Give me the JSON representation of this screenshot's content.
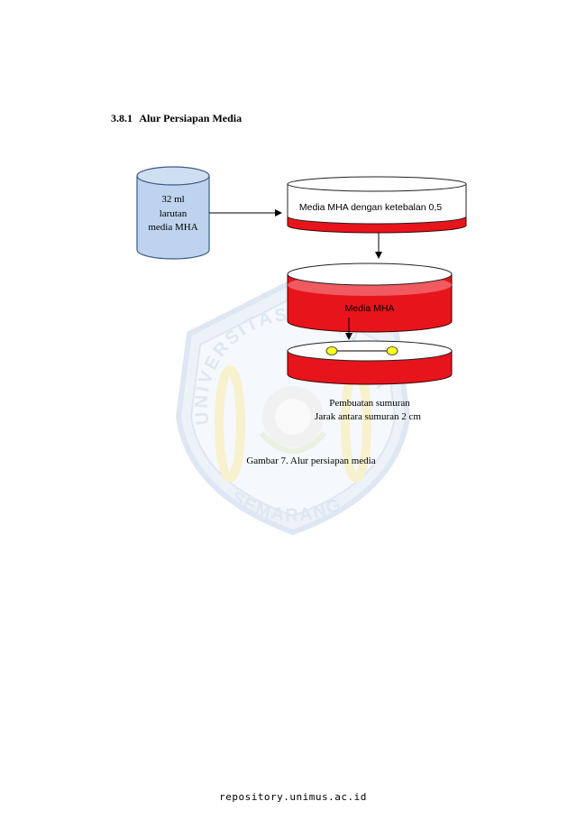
{
  "section": {
    "number": "3.8.1",
    "title": "Alur Persiapan Media"
  },
  "figure": {
    "cylinder_label": [
      "32 ml",
      "larutan",
      "media MHA"
    ],
    "dish1_label": "Media MHA dengan ketebalan 0,5",
    "dish2_label": "Media MHA",
    "dish3_caption": [
      "Pembuatan sumuran",
      "Jarak antara sumuran 2 cm"
    ],
    "colors": {
      "cylinder_fill": "#bdd3ee",
      "cylinder_stroke": "#3b5a86",
      "agar_red": "#e8141c",
      "agar_red_light": "#f05a60",
      "well_yellow": "#ffff1a",
      "watermark_blue": "#c4d5ea",
      "watermark_gold": "#f2e6a6"
    },
    "watermark": {
      "text_top": "UNIVERSITAS MUHAMMADIYAH",
      "text_bottom": "SEMARANG"
    }
  },
  "caption": "Gambar 7. Alur persiapan media",
  "footer": "repository.unimus.ac.id"
}
